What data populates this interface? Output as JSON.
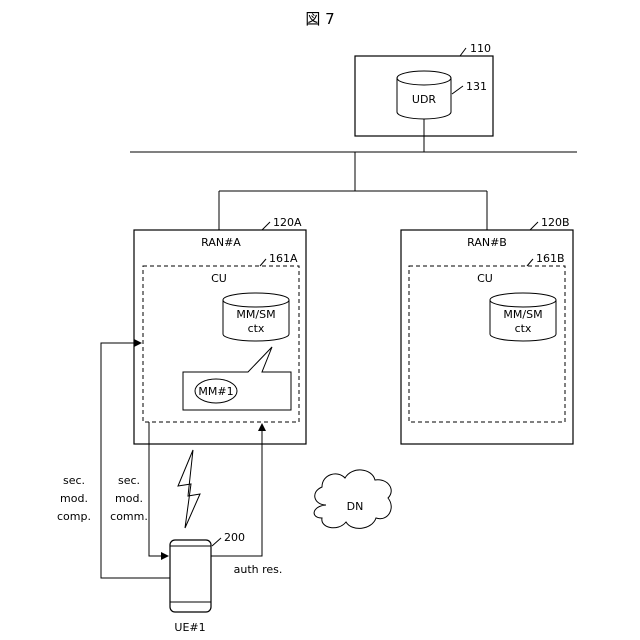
{
  "figure": {
    "title": "図 7"
  },
  "udr_node": {
    "ref": "110",
    "db_ref": "131",
    "db_label": "UDR"
  },
  "ran_a": {
    "ref": "120A",
    "label": "RAN#A",
    "cu_ref": "161A",
    "cu_label": "CU",
    "ctx_line1": "MM/SM",
    "ctx_line2": "ctx",
    "callout": "MM#1"
  },
  "ran_b": {
    "ref": "120B",
    "label": "RAN#B",
    "cu_ref": "161B",
    "cu_label": "CU",
    "ctx_line1": "MM/SM",
    "ctx_line2": "ctx"
  },
  "dn": {
    "label": "DN"
  },
  "ue": {
    "ref": "200",
    "label": "UE#1"
  },
  "messages": {
    "sec_mod_comp": [
      "sec.",
      "mod.",
      "comp."
    ],
    "sec_mod_comm": [
      "sec.",
      "mod.",
      "comm."
    ],
    "auth_res": "auth res."
  }
}
